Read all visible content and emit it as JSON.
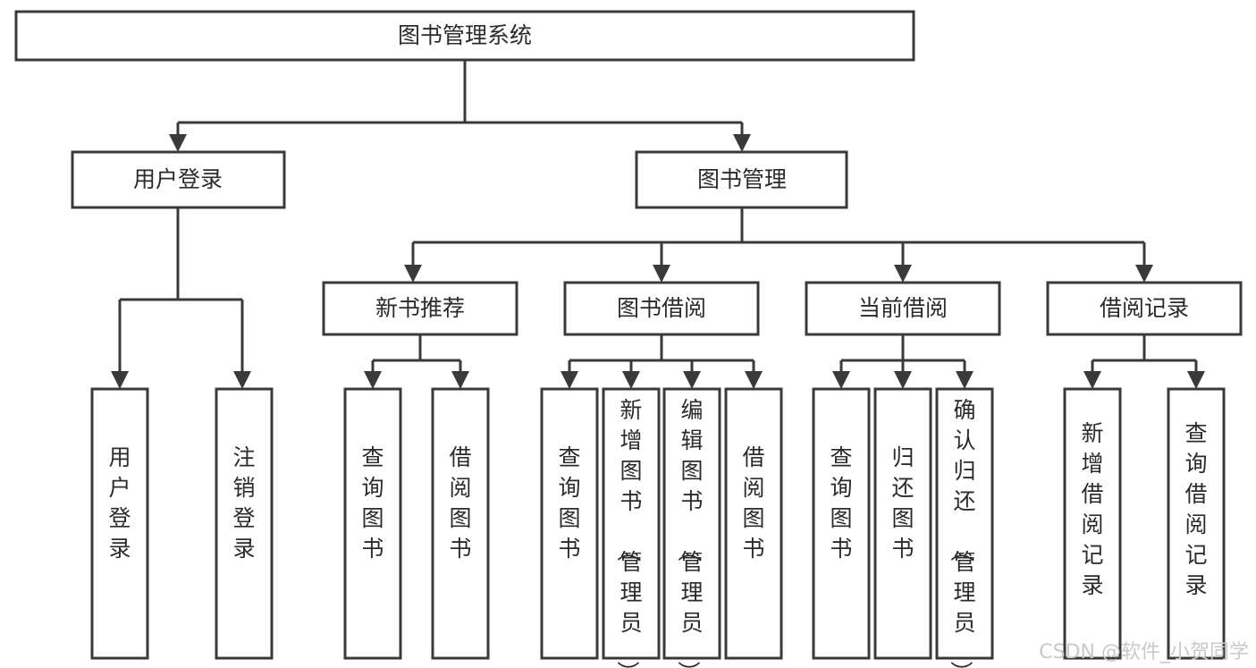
{
  "diagram": {
    "title": "图书管理系统",
    "type": "tree-hierarchy-chart",
    "root": {
      "label": "图书管理系统",
      "orientation": "horizontal"
    },
    "level2": [
      {
        "id": "user-login",
        "label": "用户登录",
        "orientation": "horizontal"
      },
      {
        "id": "book-management",
        "label": "图书管理",
        "orientation": "horizontal"
      }
    ],
    "level3": [
      {
        "id": "new-book-recommend",
        "label": "新书推荐",
        "orientation": "horizontal",
        "parent": "book-management"
      },
      {
        "id": "book-borrow",
        "label": "图书借阅",
        "orientation": "horizontal",
        "parent": "book-management"
      },
      {
        "id": "current-borrow",
        "label": "当前借阅",
        "orientation": "horizontal",
        "parent": "book-management"
      },
      {
        "id": "borrow-record",
        "label": "借阅记录",
        "orientation": "horizontal",
        "parent": "book-management"
      }
    ],
    "leaves": [
      {
        "id": "leaf-user-login",
        "label": "用户登录",
        "orientation": "vertical",
        "parent": "user-login"
      },
      {
        "id": "leaf-user-logout",
        "label": "注销登录",
        "orientation": "vertical",
        "parent": "user-login"
      },
      {
        "id": "leaf-query-book-1",
        "label": "查询图书",
        "orientation": "vertical",
        "parent": "new-book-recommend"
      },
      {
        "id": "leaf-borrow-book-1",
        "label": "借阅图书",
        "orientation": "vertical",
        "parent": "new-book-recommend"
      },
      {
        "id": "leaf-query-book-2",
        "label": "查询图书",
        "orientation": "vertical",
        "parent": "book-borrow"
      },
      {
        "id": "leaf-add-book",
        "label": "新增图书（管理员）",
        "orientation": "vertical",
        "parent": "book-borrow"
      },
      {
        "id": "leaf-edit-book",
        "label": "编辑图书（管理员）",
        "orientation": "vertical",
        "parent": "book-borrow"
      },
      {
        "id": "leaf-borrow-book-2",
        "label": "借阅图书",
        "orientation": "vertical",
        "parent": "book-borrow"
      },
      {
        "id": "leaf-query-book-3",
        "label": "查询图书",
        "orientation": "vertical",
        "parent": "current-borrow"
      },
      {
        "id": "leaf-return-book",
        "label": "归还图书",
        "orientation": "vertical",
        "parent": "current-borrow"
      },
      {
        "id": "leaf-confirm-return",
        "label": "确认归还（管理员）",
        "orientation": "vertical",
        "parent": "current-borrow"
      },
      {
        "id": "leaf-add-record",
        "label": "新增借阅记录",
        "orientation": "vertical",
        "parent": "borrow-record"
      },
      {
        "id": "leaf-query-record",
        "label": "查询借阅记录",
        "orientation": "vertical",
        "parent": "borrow-record"
      }
    ],
    "colors": {
      "stroke": "#3a3a3a",
      "fill": "#ffffff",
      "text": "#2b2b2b",
      "watermark": "#c9c9c9"
    }
  },
  "watermark": {
    "text": "CSDN @软件_小贺同学"
  }
}
